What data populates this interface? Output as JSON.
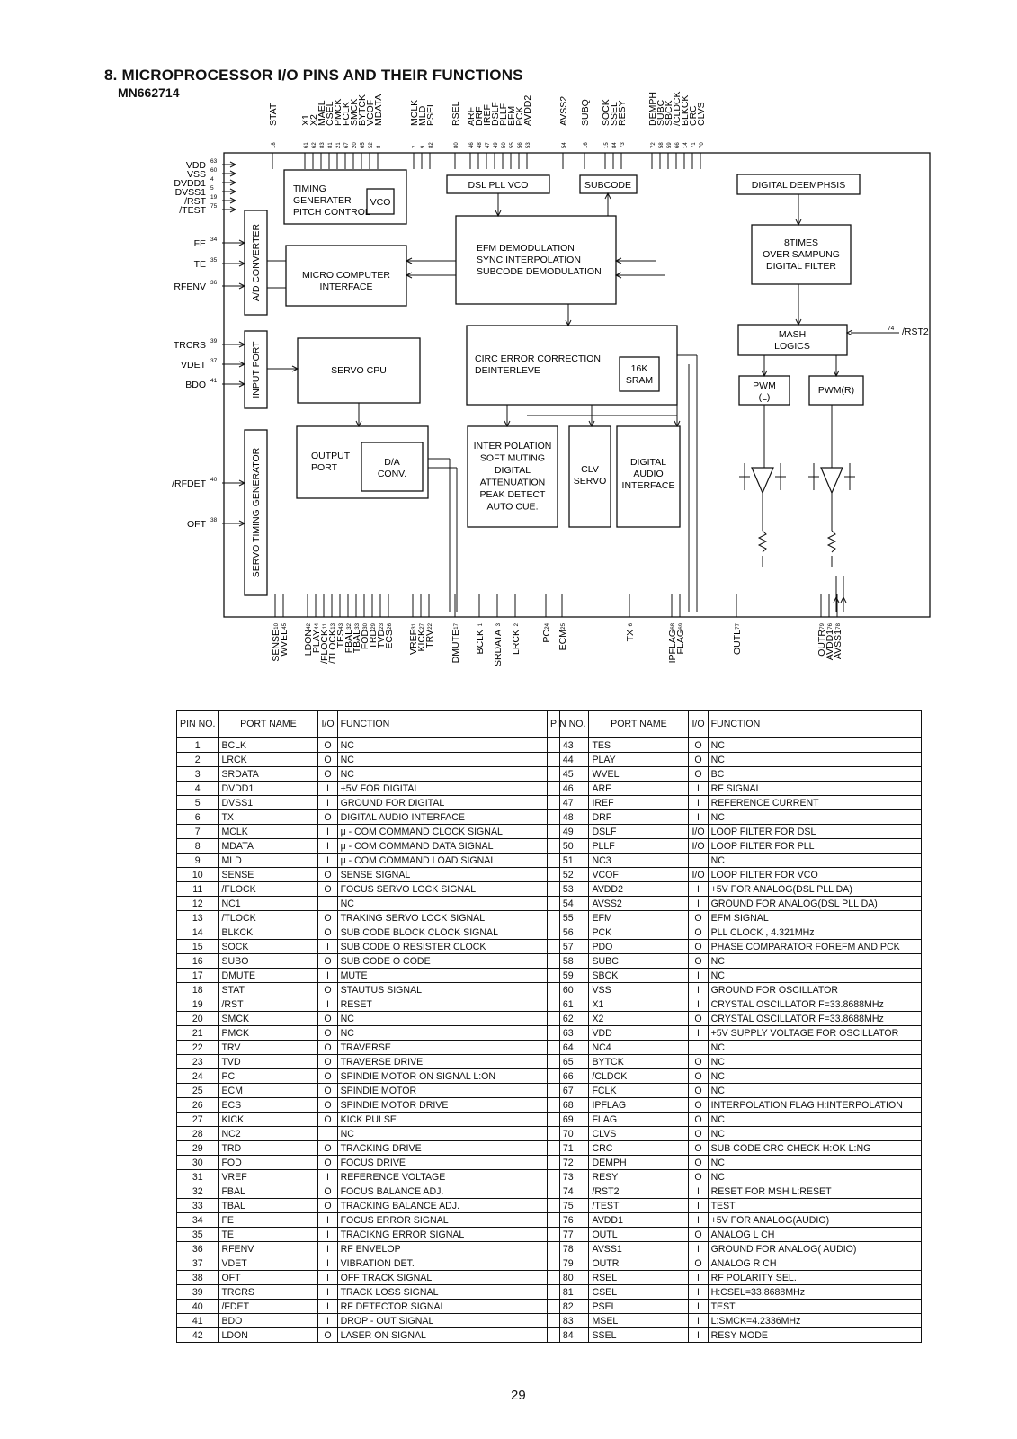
{
  "title": "8. MICROPROCESSOR I/O PINS AND THEIR FUNCTIONS",
  "subtitle": "MN662714",
  "page_number": "29",
  "diagram": {
    "blocks": {
      "timing": [
        "TIMING",
        "GENERATER",
        "PITCH CONTROL"
      ],
      "vco": "VCO",
      "dsl": "DSL  PLL  VCO",
      "subcode": "SUBCODE",
      "deemph": "DIGITAL DEEMPHSIS",
      "efm": [
        "EFM    DEMODULATION",
        "SYNC   INTERPOLATION",
        "SUBCODE DEMODULATION"
      ],
      "micro": [
        "MICRO COMPUTER",
        "INTERFACE"
      ],
      "oversampling": [
        "8TIMES",
        "OVER SAMPUNG",
        "DIGITAL FILTER"
      ],
      "ad": "A/D CONVERTER",
      "input": "INPUT PORT",
      "servo_cpu": "SERVO CPU",
      "circ": [
        "CIRC ERROR CORRECTION",
        "DEINTERLEVE"
      ],
      "sram": [
        "16K",
        "SRAM"
      ],
      "mash": [
        "MASH",
        "LOGICS"
      ],
      "pwml": [
        "PWM",
        "(L)"
      ],
      "pwmr": "PWM(R)",
      "timing_gen": "SERVO TIMING GENERATOR",
      "output": [
        "OUTPUT",
        "PORT"
      ],
      "da": [
        "D/A",
        "CONV."
      ],
      "interp": [
        "INTER POLATION",
        "SOFT MUTING",
        "DIGITAL",
        "ATTENUATION",
        "PEAK DETECT",
        "AUTO CUE."
      ],
      "clv": [
        "CLV",
        "SERVO"
      ],
      "digital_audio": [
        "DIGITAL",
        "AUDIO",
        "INTERFACE"
      ]
    },
    "left_pins": [
      {
        "name": "VDD",
        "num": "63"
      },
      {
        "name": "VSS",
        "num": "60"
      },
      {
        "name": "DVDD1",
        "num": "4"
      },
      {
        "name": "DVSS1",
        "num": "5"
      },
      {
        "name": "/RST",
        "num": "19"
      },
      {
        "name": "/TEST",
        "num": "75"
      },
      {
        "name": "FE",
        "num": "34"
      },
      {
        "name": "TE",
        "num": "35"
      },
      {
        "name": "RFENV",
        "num": "36"
      },
      {
        "name": "TRCRS",
        "num": "39"
      },
      {
        "name": "VDET",
        "num": "37"
      },
      {
        "name": "BDO",
        "num": "41"
      },
      {
        "name": "/RFDET",
        "num": "40"
      },
      {
        "name": "OFT",
        "num": "38"
      }
    ],
    "right_pin": {
      "name": "/RST2",
      "num": "74"
    },
    "top_pins": [
      {
        "name": "STAT",
        "num": "18"
      },
      {
        "name": "X1",
        "num": "61"
      },
      {
        "name": "X2",
        "num": "62"
      },
      {
        "name": "MAEL",
        "num": "83"
      },
      {
        "name": "CSEL",
        "num": "81"
      },
      {
        "name": "PMCK",
        "num": "21"
      },
      {
        "name": "FCLK",
        "num": "67"
      },
      {
        "name": "SMCK",
        "num": "20"
      },
      {
        "name": "BYTCK",
        "num": "65"
      },
      {
        "name": "VCOF",
        "num": "52"
      },
      {
        "name": "MDATA",
        "num": "8"
      },
      {
        "name": "MCLK",
        "num": "7"
      },
      {
        "name": "MLD",
        "num": "9"
      },
      {
        "name": "PSEL",
        "num": "82"
      },
      {
        "name": "RSEL",
        "num": "80"
      },
      {
        "name": "ARF",
        "num": "46"
      },
      {
        "name": "DRF",
        "num": "48"
      },
      {
        "name": "IREF",
        "num": "47"
      },
      {
        "name": "DSLF",
        "num": "49"
      },
      {
        "name": "PLLF",
        "num": "50"
      },
      {
        "name": "EFM",
        "num": "55"
      },
      {
        "name": "PCK",
        "num": "56"
      },
      {
        "name": "AVDD2",
        "num": "53"
      },
      {
        "name": "AVSS2",
        "num": "54"
      },
      {
        "name": "SUBQ",
        "num": "16"
      },
      {
        "name": "SOCK",
        "num": "15"
      },
      {
        "name": "SSEL",
        "num": "84"
      },
      {
        "name": "RESY",
        "num": "73"
      },
      {
        "name": "DEMPH",
        "num": "72"
      },
      {
        "name": "SUBC",
        "num": "58"
      },
      {
        "name": "SBCK",
        "num": "59"
      },
      {
        "name": "/CLDCK",
        "num": "66"
      },
      {
        "name": "BLKCK",
        "num": "14"
      },
      {
        "name": "CRC",
        "num": "71"
      },
      {
        "name": "CLVS",
        "num": "70"
      }
    ],
    "bottom_pins": [
      {
        "name": "SENSE",
        "num": "10"
      },
      {
        "name": "WVEL",
        "num": "45"
      },
      {
        "name": "LDON",
        "num": "42"
      },
      {
        "name": "PLAY",
        "num": "44"
      },
      {
        "name": "/FLOCK",
        "num": "11"
      },
      {
        "name": "/TLOCK",
        "num": "13"
      },
      {
        "name": "TES",
        "num": "43"
      },
      {
        "name": "FBAL",
        "num": "32"
      },
      {
        "name": "TBAL",
        "num": "33"
      },
      {
        "name": "FOD",
        "num": "30"
      },
      {
        "name": "TRD",
        "num": "29"
      },
      {
        "name": "TVD",
        "num": "23"
      },
      {
        "name": "ECS",
        "num": "26"
      },
      {
        "name": "VREF",
        "num": "31"
      },
      {
        "name": "KICK",
        "num": "27"
      },
      {
        "name": "TRV",
        "num": "22"
      },
      {
        "name": "DMUTE",
        "num": "17"
      },
      {
        "name": "BCLK",
        "num": "1"
      },
      {
        "name": "SRDATA",
        "num": "3"
      },
      {
        "name": "LRCK",
        "num": "2"
      },
      {
        "name": "PC",
        "num": "24"
      },
      {
        "name": "ECM",
        "num": "25"
      },
      {
        "name": "TX",
        "num": "6"
      },
      {
        "name": "IPFLAG",
        "num": "68"
      },
      {
        "name": "FLAG",
        "num": "69"
      },
      {
        "name": "OUTL",
        "num": "77"
      },
      {
        "name": "OUTR",
        "num": "79"
      },
      {
        "name": "AVDD1",
        "num": "76"
      },
      {
        "name": "AVSS1",
        "num": "78"
      }
    ]
  },
  "table_headers": {
    "pin_no": "PIN NO.",
    "port_name": "PORT NAME",
    "io": "I/O",
    "function": "FUNCTION"
  },
  "pins_left": [
    [
      "1",
      "BCLK",
      "O",
      "NC"
    ],
    [
      "2",
      "LRCK",
      "O",
      "NC"
    ],
    [
      "3",
      "SRDATA",
      "O",
      "NC"
    ],
    [
      "4",
      "DVDD1",
      "I",
      "+5V  FOR DIGITAL"
    ],
    [
      "5",
      "DVSS1",
      "I",
      "GROUND FOR DIGITAL"
    ],
    [
      "6",
      "TX",
      "O",
      "DIGITAL AUDIO INTERFACE"
    ],
    [
      "7",
      "MCLK",
      "I",
      "μ - COM COMMAND CLOCK SIGNAL"
    ],
    [
      "8",
      "MDATA",
      "I",
      "μ - COM COMMAND DATA SIGNAL"
    ],
    [
      "9",
      "MLD",
      "I",
      "μ - COM COMMAND LOAD SIGNAL"
    ],
    [
      "10",
      "SENSE",
      "O",
      "SENSE SIGNAL"
    ],
    [
      "11",
      "/FLOCK",
      "O",
      "FOCUS SERVO LOCK SIGNAL"
    ],
    [
      "12",
      "NC1",
      "",
      "NC"
    ],
    [
      "13",
      "/TLOCK",
      "O",
      "TRAKING SERVO LOCK SIGNAL"
    ],
    [
      "14",
      "BLKCK",
      "O",
      "SUB CODE BLOCK CLOCK SIGNAL"
    ],
    [
      "15",
      "SOCK",
      "I",
      "SUB CODE O RESISTER CLOCK"
    ],
    [
      "16",
      "SUBO",
      "O",
      "SUB CODE O CODE"
    ],
    [
      "17",
      "DMUTE",
      "I",
      "MUTE"
    ],
    [
      "18",
      "STAT",
      "O",
      "STAUTUS SIGNAL"
    ],
    [
      "19",
      "/RST",
      "I",
      "RESET"
    ],
    [
      "20",
      "SMCK",
      "O",
      "NC"
    ],
    [
      "21",
      "PMCK",
      "O",
      "NC"
    ],
    [
      "22",
      "TRV",
      "O",
      "TRAVERSE"
    ],
    [
      "23",
      "TVD",
      "O",
      "TRAVERSE DRIVE"
    ],
    [
      "24",
      "PC",
      "O",
      "SPINDIE MOTOR ON SIGNAL  L:ON"
    ],
    [
      "25",
      "ECM",
      "O",
      "SPINDIE MOTOR"
    ],
    [
      "26",
      "ECS",
      "O",
      "SPINDIE MOTOR DRIVE"
    ],
    [
      "27",
      "KICK",
      "O",
      "KICK PULSE"
    ],
    [
      "28",
      "NC2",
      "",
      "NC"
    ],
    [
      "29",
      "TRD",
      "O",
      "TRACKING DRIVE"
    ],
    [
      "30",
      "FOD",
      "O",
      "FOCUS DRIVE"
    ],
    [
      "31",
      "VREF",
      "I",
      "REFERENCE VOLTAGE"
    ],
    [
      "32",
      "FBAL",
      "O",
      "FOCUS BALANCE ADJ."
    ],
    [
      "33",
      "TBAL",
      "O",
      "TRACKING BALANCE ADJ."
    ],
    [
      "34",
      "FE",
      "I",
      "FOCUS ERROR SIGNAL"
    ],
    [
      "35",
      "TE",
      "I",
      "TRACIKNG  ERROR SIGNAL"
    ],
    [
      "36",
      "RFENV",
      "I",
      "RF ENVELOP"
    ],
    [
      "37",
      "VDET",
      "I",
      "VIBRATION DET."
    ],
    [
      "38",
      "OFT",
      "I",
      "OFF TRACK SIGNAL"
    ],
    [
      "39",
      "TRCRS",
      "I",
      "TRACK LOSS SIGNAL"
    ],
    [
      "40",
      "/FDET",
      "I",
      "RF DETECTOR SIGNAL"
    ],
    [
      "41",
      "BDO",
      "I",
      "DROP - OUT SIGNAL"
    ],
    [
      "42",
      "LDON",
      "O",
      "LASER ON SIGNAL"
    ]
  ],
  "pins_right": [
    [
      "43",
      "TES",
      "O",
      "NC"
    ],
    [
      "44",
      "PLAY",
      "O",
      "NC"
    ],
    [
      "45",
      "WVEL",
      "O",
      "BC"
    ],
    [
      "46",
      "ARF",
      "I",
      "RF SIGNAL"
    ],
    [
      "47",
      "IREF",
      "I",
      "REFERENCE CURRENT"
    ],
    [
      "48",
      "DRF",
      "I",
      "NC"
    ],
    [
      "49",
      "DSLF",
      "I/O",
      "LOOP FILTER FOR DSL"
    ],
    [
      "50",
      "PLLF",
      "I/O",
      "LOOP FILTER FOR PLL"
    ],
    [
      "51",
      "NC3",
      "",
      "NC"
    ],
    [
      "52",
      "VCOF",
      "I/O",
      "LOOP FILTER FOR VCO"
    ],
    [
      "53",
      "AVDD2",
      "I",
      "+5V FOR ANALOG(DSL PLL DA)"
    ],
    [
      "54",
      "AVSS2",
      "I",
      "GROUND FOR ANALOG(DSL PLL DA)"
    ],
    [
      "55",
      "EFM",
      "O",
      "EFM SIGNAL"
    ],
    [
      "56",
      "PCK",
      "O",
      "PLL CLOCK ,     4.321MHz"
    ],
    [
      "57",
      "PDO",
      "O",
      "PHASE COMPARATOR FOREFM AND PCK"
    ],
    [
      "58",
      "SUBC",
      "O",
      "NC"
    ],
    [
      "59",
      "SBCK",
      "I",
      "NC"
    ],
    [
      "60",
      "VSS",
      "I",
      "GROUND FOR OSCILLATOR"
    ],
    [
      "61",
      "X1",
      "I",
      "CRYSTAL OSCILLATOR  F=33.8688MHz"
    ],
    [
      "62",
      "X2",
      "O",
      "CRYSTAL OSCILLATOR  F=33.8688MHz"
    ],
    [
      "63",
      "VDD",
      "I",
      "+5V SUPPLY VOLTAGE FOR OSCILLATOR"
    ],
    [
      "64",
      "NC4",
      "",
      "NC"
    ],
    [
      "65",
      "BYTCK",
      "O",
      "NC"
    ],
    [
      "66",
      "/CLDCK",
      "O",
      "NC"
    ],
    [
      "67",
      "FCLK",
      "O",
      "NC"
    ],
    [
      "68",
      "IPFLAG",
      "O",
      "INTERPOLATION FLAG  H:INTERPOLATION"
    ],
    [
      "69",
      "FLAG",
      "O",
      "NC"
    ],
    [
      "70",
      "CLVS",
      "O",
      "NC"
    ],
    [
      "71",
      "CRC",
      "O",
      "SUB CODE CRC CHECK    H:OK     L:NG"
    ],
    [
      "72",
      "DEMPH",
      "O",
      "NC"
    ],
    [
      "73",
      "RESY",
      "O",
      "NC"
    ],
    [
      "74",
      "/RST2",
      "I",
      "RESET FOR MSH     L:RESET"
    ],
    [
      "75",
      "/TEST",
      "I",
      "TEST"
    ],
    [
      "76",
      "AVDD1",
      "I",
      "+5V  FOR ANALOG(AUDIO)"
    ],
    [
      "77",
      "OUTL",
      "O",
      "ANALOG L CH"
    ],
    [
      "78",
      "AVSS1",
      "I",
      "GROUND FOR ANALOG( AUDIO)"
    ],
    [
      "79",
      "OUTR",
      "O",
      "ANALOG R CH"
    ],
    [
      "80",
      "RSEL",
      "I",
      "RF POLARITY SEL."
    ],
    [
      "81",
      "CSEL",
      "I",
      "H:CSEL=33.8688MHz"
    ],
    [
      "82",
      "PSEL",
      "I",
      "TEST"
    ],
    [
      "83",
      "MSEL",
      "I",
      "L:SMCK=4.2336MHz"
    ],
    [
      "84",
      "SSEL",
      "I",
      "RESY MODE"
    ]
  ]
}
